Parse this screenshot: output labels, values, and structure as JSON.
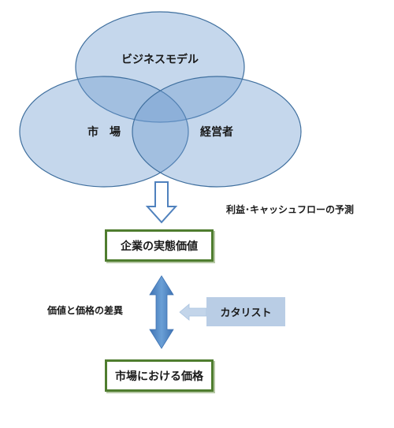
{
  "venn": {
    "circles": [
      {
        "label": "ビジネスモデル"
      },
      {
        "label": "市　場"
      },
      {
        "label": "経営者"
      }
    ],
    "fill": "#6f9ccf",
    "stroke": "#3f6f9e"
  },
  "forecast_label": "利益･キャッシュフローの予測",
  "value_box": {
    "label": "企業の実態価値"
  },
  "gap_label": "価値と価格の差異",
  "catalyst_box": {
    "label": "カタリスト"
  },
  "price_box": {
    "label": "市場における価格"
  },
  "colors": {
    "box_border": "#4f7d2f",
    "double_arrow": "#5b8fc9",
    "catalyst_fill": "#b9cde5",
    "hollow_arrow_stroke": "#4f81bd"
  }
}
